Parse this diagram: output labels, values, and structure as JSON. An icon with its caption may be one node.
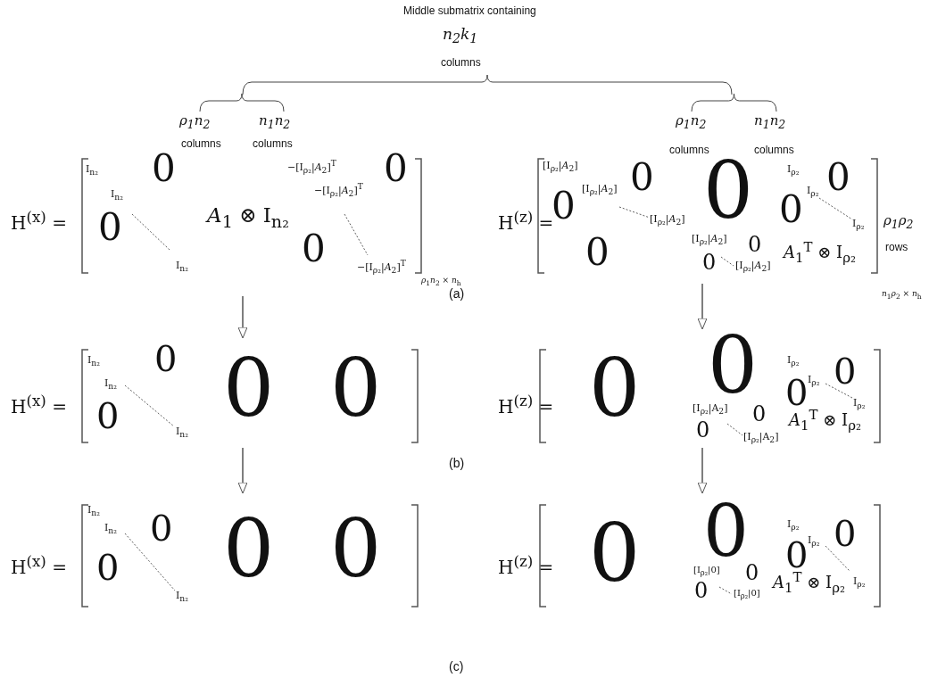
{
  "diagram": {
    "nodes": [
      {
        "text": [
          "H$^{(x)}$ =",
          "I$_{n₂}$",
          "I$_{n₂}$",
          "0",
          "0",
          "I$_{n₂}$",
          "*A*$_{1}$ ⊗ I$_{n₂}$",
          "−[I$_{ρ₂}$|*A*$_{2}$]$^{T}$",
          "−[I$_{ρ₂}$|*A*$_{2}$]$^{T}$",
          "0",
          "0",
          "−[I$_{ρ₂}$|*A*$_{2}$]$^{T}$",
          "*ρ*$_{1}$*n*$_{2}$ × *n*$_{h}$"
        ]
      },
      {
        "text": [
          "H$^{(z)}$ =",
          "[I$_{ρ₂}$|*A*$_{2}$]",
          "0",
          "[I$_{ρ₂}$|*A*$_{2}$]",
          "0",
          "[I$_{ρ₂}$|*A*$_{2}$]",
          "0",
          "I$_{ρ₂}$",
          "0",
          "0",
          "I$_{ρ₂}$",
          "I$_{ρ₂}$",
          "0",
          "[I$_{ρ₂}$|*A*$_{2}$]",
          "0",
          "0",
          "[I$_{ρ₂}$|*A*$_{2}$]",
          "*A*$_{1}$$^{T}$ ⊗ I$_{ρ₂}$",
          "*n*$_{1}$*ρ*$_{2}$ × *n*$_{h}$"
        ]
      },
      {
        "text": [
          "H$^{(x)}$ =",
          "I$_{n₂}$",
          "I$_{n₂}$",
          "0",
          "0",
          "I$_{n₂}$",
          "0",
          "0"
        ]
      },
      {
        "text": [
          "H$^{(z)}$ =",
          "0",
          "0",
          "I$_{ρ₂}$",
          "I$_{ρ₂}$",
          "0",
          "0",
          "I$_{ρ₂}$",
          "[I$_{ρ₂}$|A$_{2}$]",
          "0",
          "0",
          "[I$_{ρ₂}$|A$_{2}$]",
          "*A*$_{1}$$^{T}$ ⊗ I$_{ρ₂}$"
        ]
      },
      {
        "text": [
          "H$^{(x)}$ =",
          "I$_{n₂}$",
          "I$_{n₂}$",
          "0",
          "0",
          "I$_{n₂}$",
          "0",
          "0"
        ]
      },
      {
        "text": [
          "H$^{(z)}$ =",
          "0",
          "0",
          "I$_{ρ₂}$",
          "I$_{ρ₂}$",
          "0",
          "0",
          "I$_{ρ₂}$",
          "[I$_{ρ₂}$|0]",
          "0",
          "0",
          "[I$_{ρ₂}$|0]",
          "*A*$_{1}$$^{T}$ ⊗ I$_{ρ₂}$"
        ]
      }
    ],
    "edges": [
      {
        "from": 0,
        "to": 2,
        "arrow": "to"
      },
      {
        "from": 1,
        "to": 3,
        "arrow": "to"
      },
      {
        "from": 2,
        "to": 4,
        "arrow": "to"
      },
      {
        "from": 3,
        "to": 5,
        "arrow": "to"
      }
    ],
    "labels": [
      "Middle submatrix containing",
      "n$_{2}$k$_{1}$",
      "columns",
      "ρ$_{1}$n$_{2}$",
      "n$_{1}$n$_{2}$",
      "ρ$_{1}$n$_{2}$",
      "n$_{1}$n$_{2}$",
      "columns",
      "columns",
      "columns",
      "columns",
      "ρ$_{1}$ρ$_{2}$",
      "rows",
      "(a)",
      "(b)",
      "(c)"
    ]
  }
}
